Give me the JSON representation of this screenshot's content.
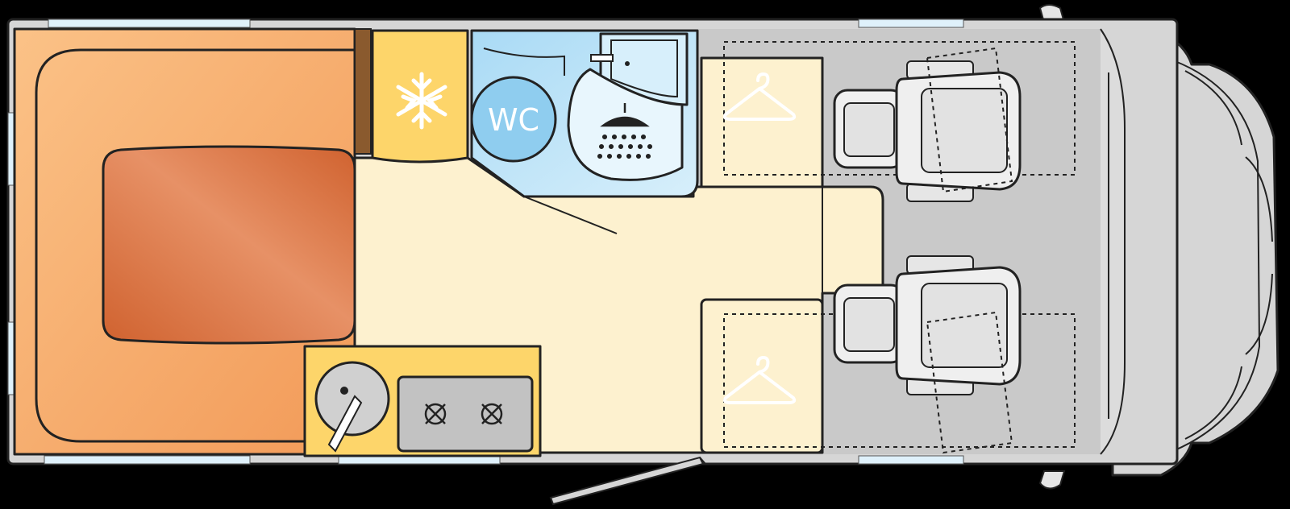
{
  "labels": {
    "wc": "WC"
  },
  "zones": [
    "rear-bed",
    "fridge",
    "bathroom",
    "wardrobe-upper",
    "wardrobe-lower",
    "kitchen",
    "living-floor",
    "cab"
  ],
  "icons": {
    "fridge": "snowflake-icon",
    "wardrobe": "hanger-icon",
    "shower": "shower-icon",
    "sink": "sink-icon",
    "hob": "gas-burner-icon"
  },
  "colors": {
    "background": "#000000",
    "body_shell": "#d6d6d6",
    "bed": "#f4a96a",
    "mattress": "#d9703f",
    "fridge": "#fdd56a",
    "bathroom": "#bde3f7",
    "floor": "#fdf1cf",
    "cab": "#c9c9c9",
    "windows": "#dff1fb"
  }
}
